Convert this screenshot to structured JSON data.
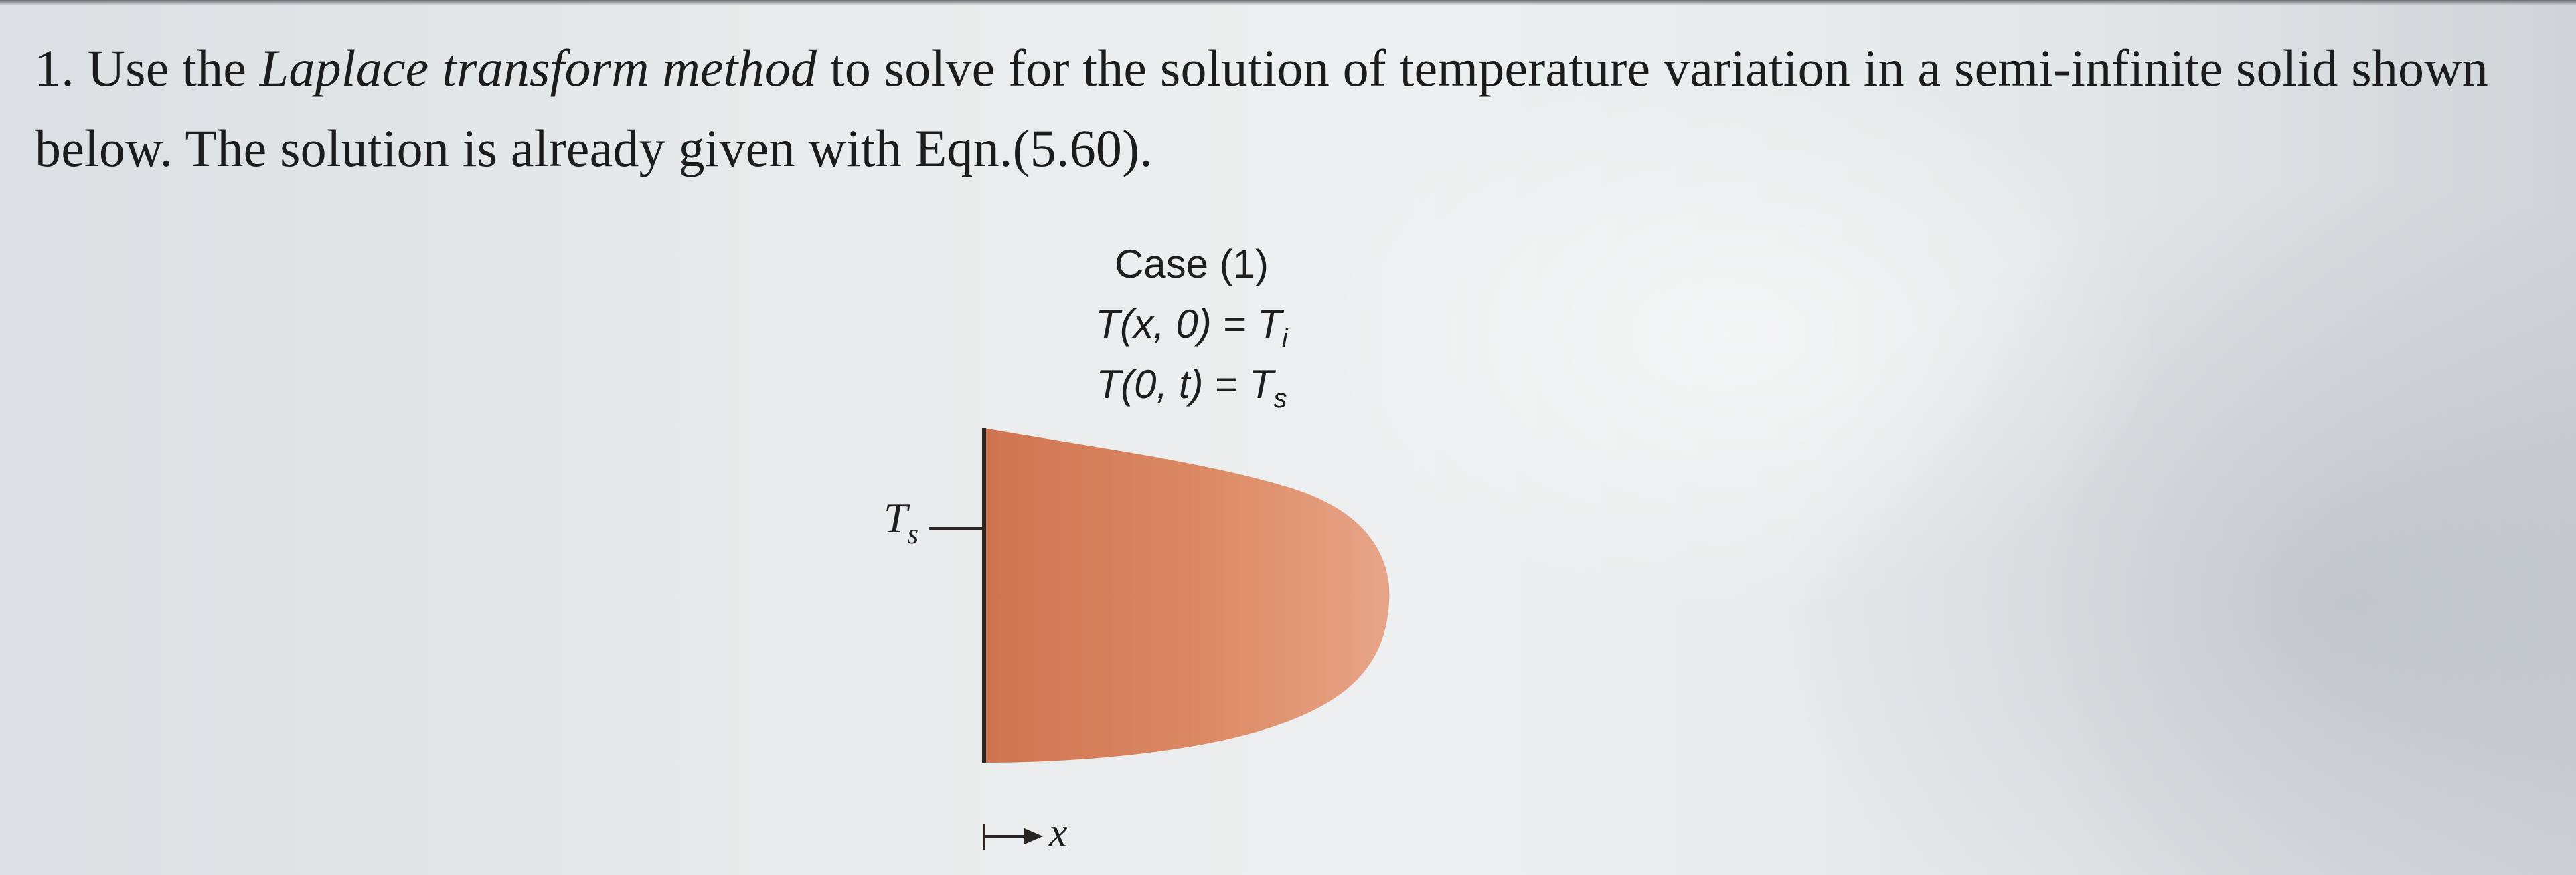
{
  "problem": {
    "number": "1.",
    "text_before": "Use the",
    "italic_phrase": "Laplace transform method",
    "text_after": "to solve for the solution of temperature variation in a semi-infinite solid shown below. The solution is already given with Eqn.(5.60)."
  },
  "figure": {
    "case_title": "Case (1)",
    "initial_condition": {
      "lhs": "T(x, 0) = T",
      "subscript": "i"
    },
    "boundary_condition": {
      "lhs": "T(0, t) = T",
      "subscript": "s"
    },
    "surface_label": {
      "symbol": "T",
      "subscript": "s"
    },
    "axis_label": "x",
    "solid_color": "#d27a52",
    "solid_edge_color": "#2a2522"
  }
}
